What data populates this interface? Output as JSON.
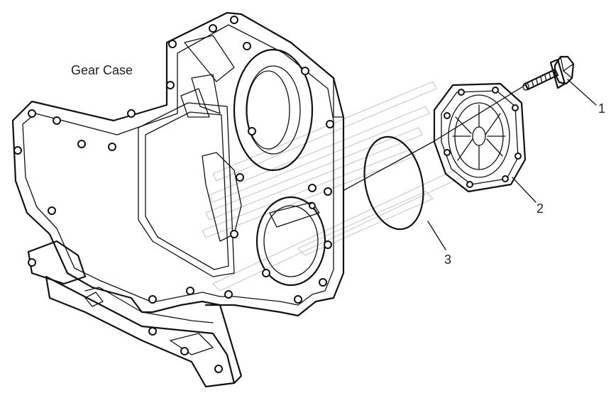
{
  "diagram": {
    "assembly_label": "Gear Case",
    "callouts": [
      {
        "id": "1",
        "label": "1"
      },
      {
        "id": "2",
        "label": "2"
      },
      {
        "id": "3",
        "label": "3"
      }
    ]
  }
}
